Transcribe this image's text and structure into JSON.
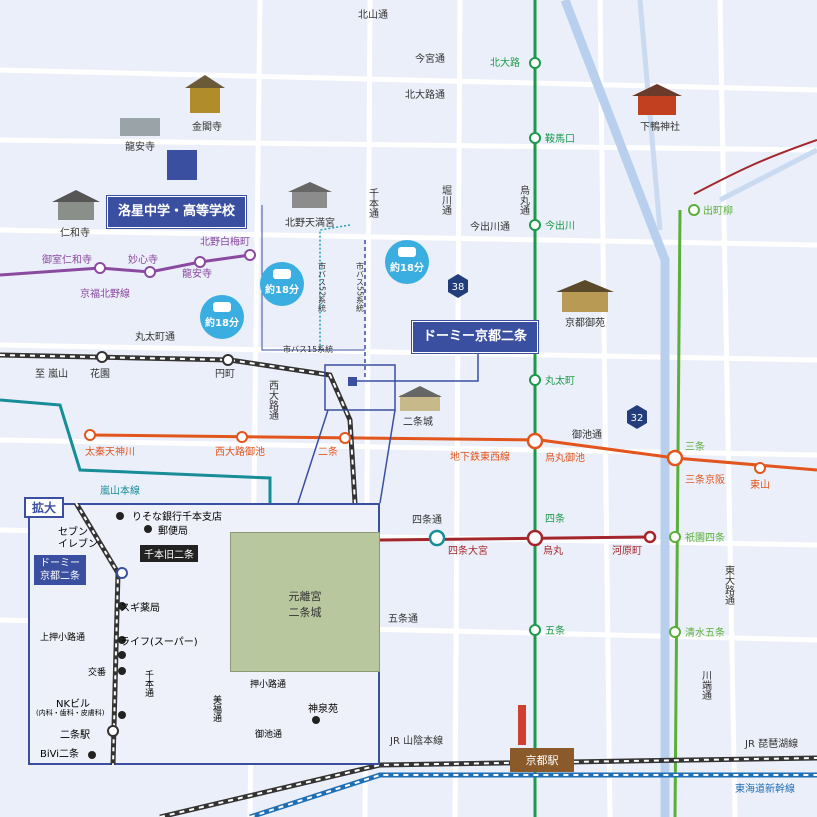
{
  "streets": {
    "kitayama": "北山通",
    "imamiya": "今宮通",
    "kitaoji": "北大路通",
    "imadegawa": "今出川通",
    "marutamachi": "丸太町通",
    "oike": "御池通",
    "shijo": "四条通",
    "gojo": "五条通",
    "senbon": "千本通",
    "horikawa": "堀川通",
    "karasuma": "烏丸通",
    "nishioji": "西大路通",
    "higashioji": "東大路通",
    "kawabata": "川端通"
  },
  "route_shields": [
    "38",
    "32"
  ],
  "landmarks": {
    "kinkakuji": "金閣寺",
    "ryoanji": "龍安寺",
    "ninnaji": "仁和寺",
    "kitano": "北野天満宮",
    "shimogamo": "下鴨神社",
    "gosho": "京都御苑",
    "nijojo": "二条城",
    "kyoto_station": "京都駅"
  },
  "school_label": "洛星中学・高等学校",
  "dormy_label": "ドーミー京都二条",
  "bus": [
    {
      "label": "約18分"
    },
    {
      "label": "約18分"
    },
    {
      "label": "約18分"
    }
  ],
  "bus_routes": {
    "r52": "市バス52系統",
    "r55": "市バス55系統",
    "r15": "市バス15系統"
  },
  "lines": {
    "sanin": "JR 山陰本線",
    "biwako": "JR 琵琶湖線",
    "shinkansen": "東海道新幹線",
    "randen": "嵐山本線",
    "kitano_line": "京福北野線",
    "tozai": "地下鉄東西線",
    "toward_arashiyama": "至 嵐山"
  },
  "stations": {
    "karasuma_line": [
      "北大路",
      "鞍馬口",
      "今出川",
      "丸太町",
      "烏丸御池",
      "四条",
      "五条"
    ],
    "keihan": [
      "出町柳",
      "三条",
      "祇園四条",
      "清水五条"
    ],
    "tozai": [
      "太秦天神川",
      "西大路御池",
      "二条",
      "烏丸御池",
      "三条京阪",
      "東山"
    ],
    "hankyu": [
      "四条大宮",
      "烏丸",
      "河原町"
    ],
    "kitano_line": [
      "御室仁和寺",
      "妙心寺",
      "龍安寺",
      "北野白梅町"
    ],
    "jr": [
      "花園",
      "円町"
    ],
    "oike_label": "御池",
    "shijo_label": "四条"
  },
  "inset": {
    "title": "拡大",
    "pois": [
      "りそな銀行千本支店",
      "郵便局",
      "セブン\nイレブン",
      "千本旧二条",
      "スギ薬局",
      "ライフ(スーパー)",
      "NKビル",
      "(内科・歯科・皮膚科)",
      "BiVi二条",
      "神泉苑"
    ],
    "streets": [
      "上押小路通",
      "交番",
      "押小路通",
      "御池通",
      "千本通",
      "美福通",
      "二条駅"
    ],
    "castle": "元離宮\n二条城",
    "dormy": "ドーミー\n京都二条"
  }
}
